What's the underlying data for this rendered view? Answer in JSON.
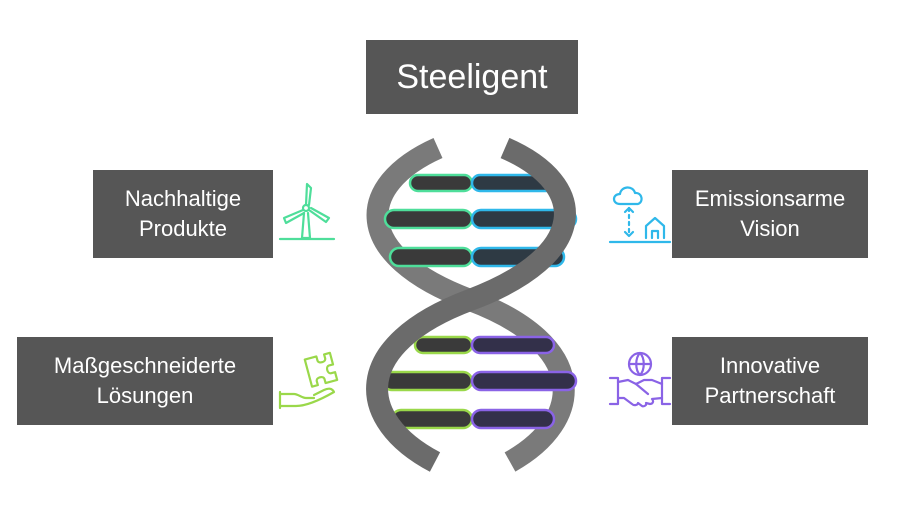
{
  "title": "Steeligent",
  "items": [
    {
      "lines": [
        "Nachhaltige",
        "Produkte"
      ],
      "icon": "wind-turbine-icon",
      "color": "#4ede9a"
    },
    {
      "lines": [
        "Emissionsarme",
        "Vision"
      ],
      "icon": "cloud-house-icon",
      "color": "#2fb8ea"
    },
    {
      "lines": [
        "Maßgeschneiderte",
        "Lösungen"
      ],
      "icon": "puzzle-hand-icon",
      "color": "#9ad84a"
    },
    {
      "lines": [
        "Innovative",
        "Partnerschaft"
      ],
      "icon": "handshake-globe-icon",
      "color": "#8a63e6"
    }
  ],
  "colors": {
    "box": "#565656",
    "helix": "#666666",
    "rung_dark": "#3a3a3a"
  }
}
